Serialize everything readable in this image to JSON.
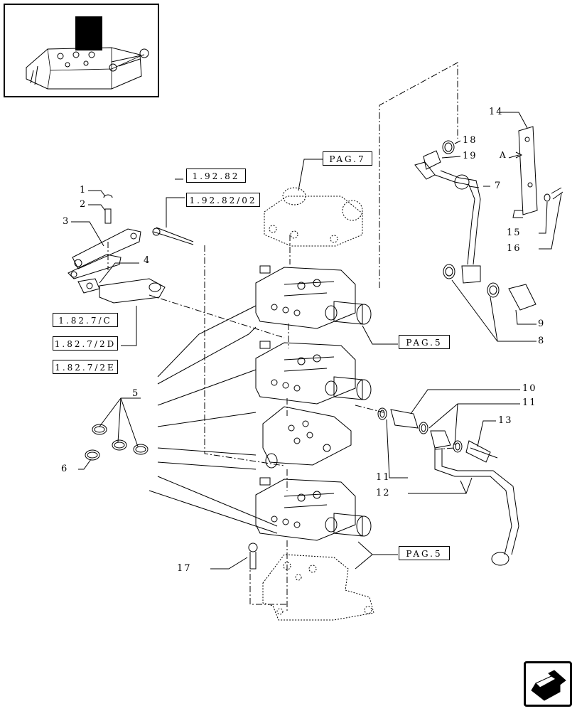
{
  "callouts": {
    "c1": "1",
    "c2": "2",
    "c3": "3",
    "c4": "4",
    "c5": "5",
    "c6": "6",
    "c7": "7",
    "c8": "8",
    "c9": "9",
    "c10": "10",
    "c11a": "11",
    "c11b": "11",
    "c12": "12",
    "c13": "13",
    "c14": "14",
    "c15": "15",
    "c16": "16",
    "c17": "17",
    "c18": "18",
    "c19": "19"
  },
  "refs": {
    "r19282": "1.92.82",
    "r1928202": "1.92.82/02",
    "r1827c": "1.82.7/C",
    "r1827d": "1.82.7/2D",
    "r1827e": "1.82.7/2E",
    "pag7": "PAG.7",
    "pag5a": "PAG.5",
    "pag5b": "PAG.5"
  },
  "view_letter": "A",
  "icons": {
    "nav": "next-page-arrow-icon",
    "thumb": "assembly-thumbnail-icon"
  }
}
